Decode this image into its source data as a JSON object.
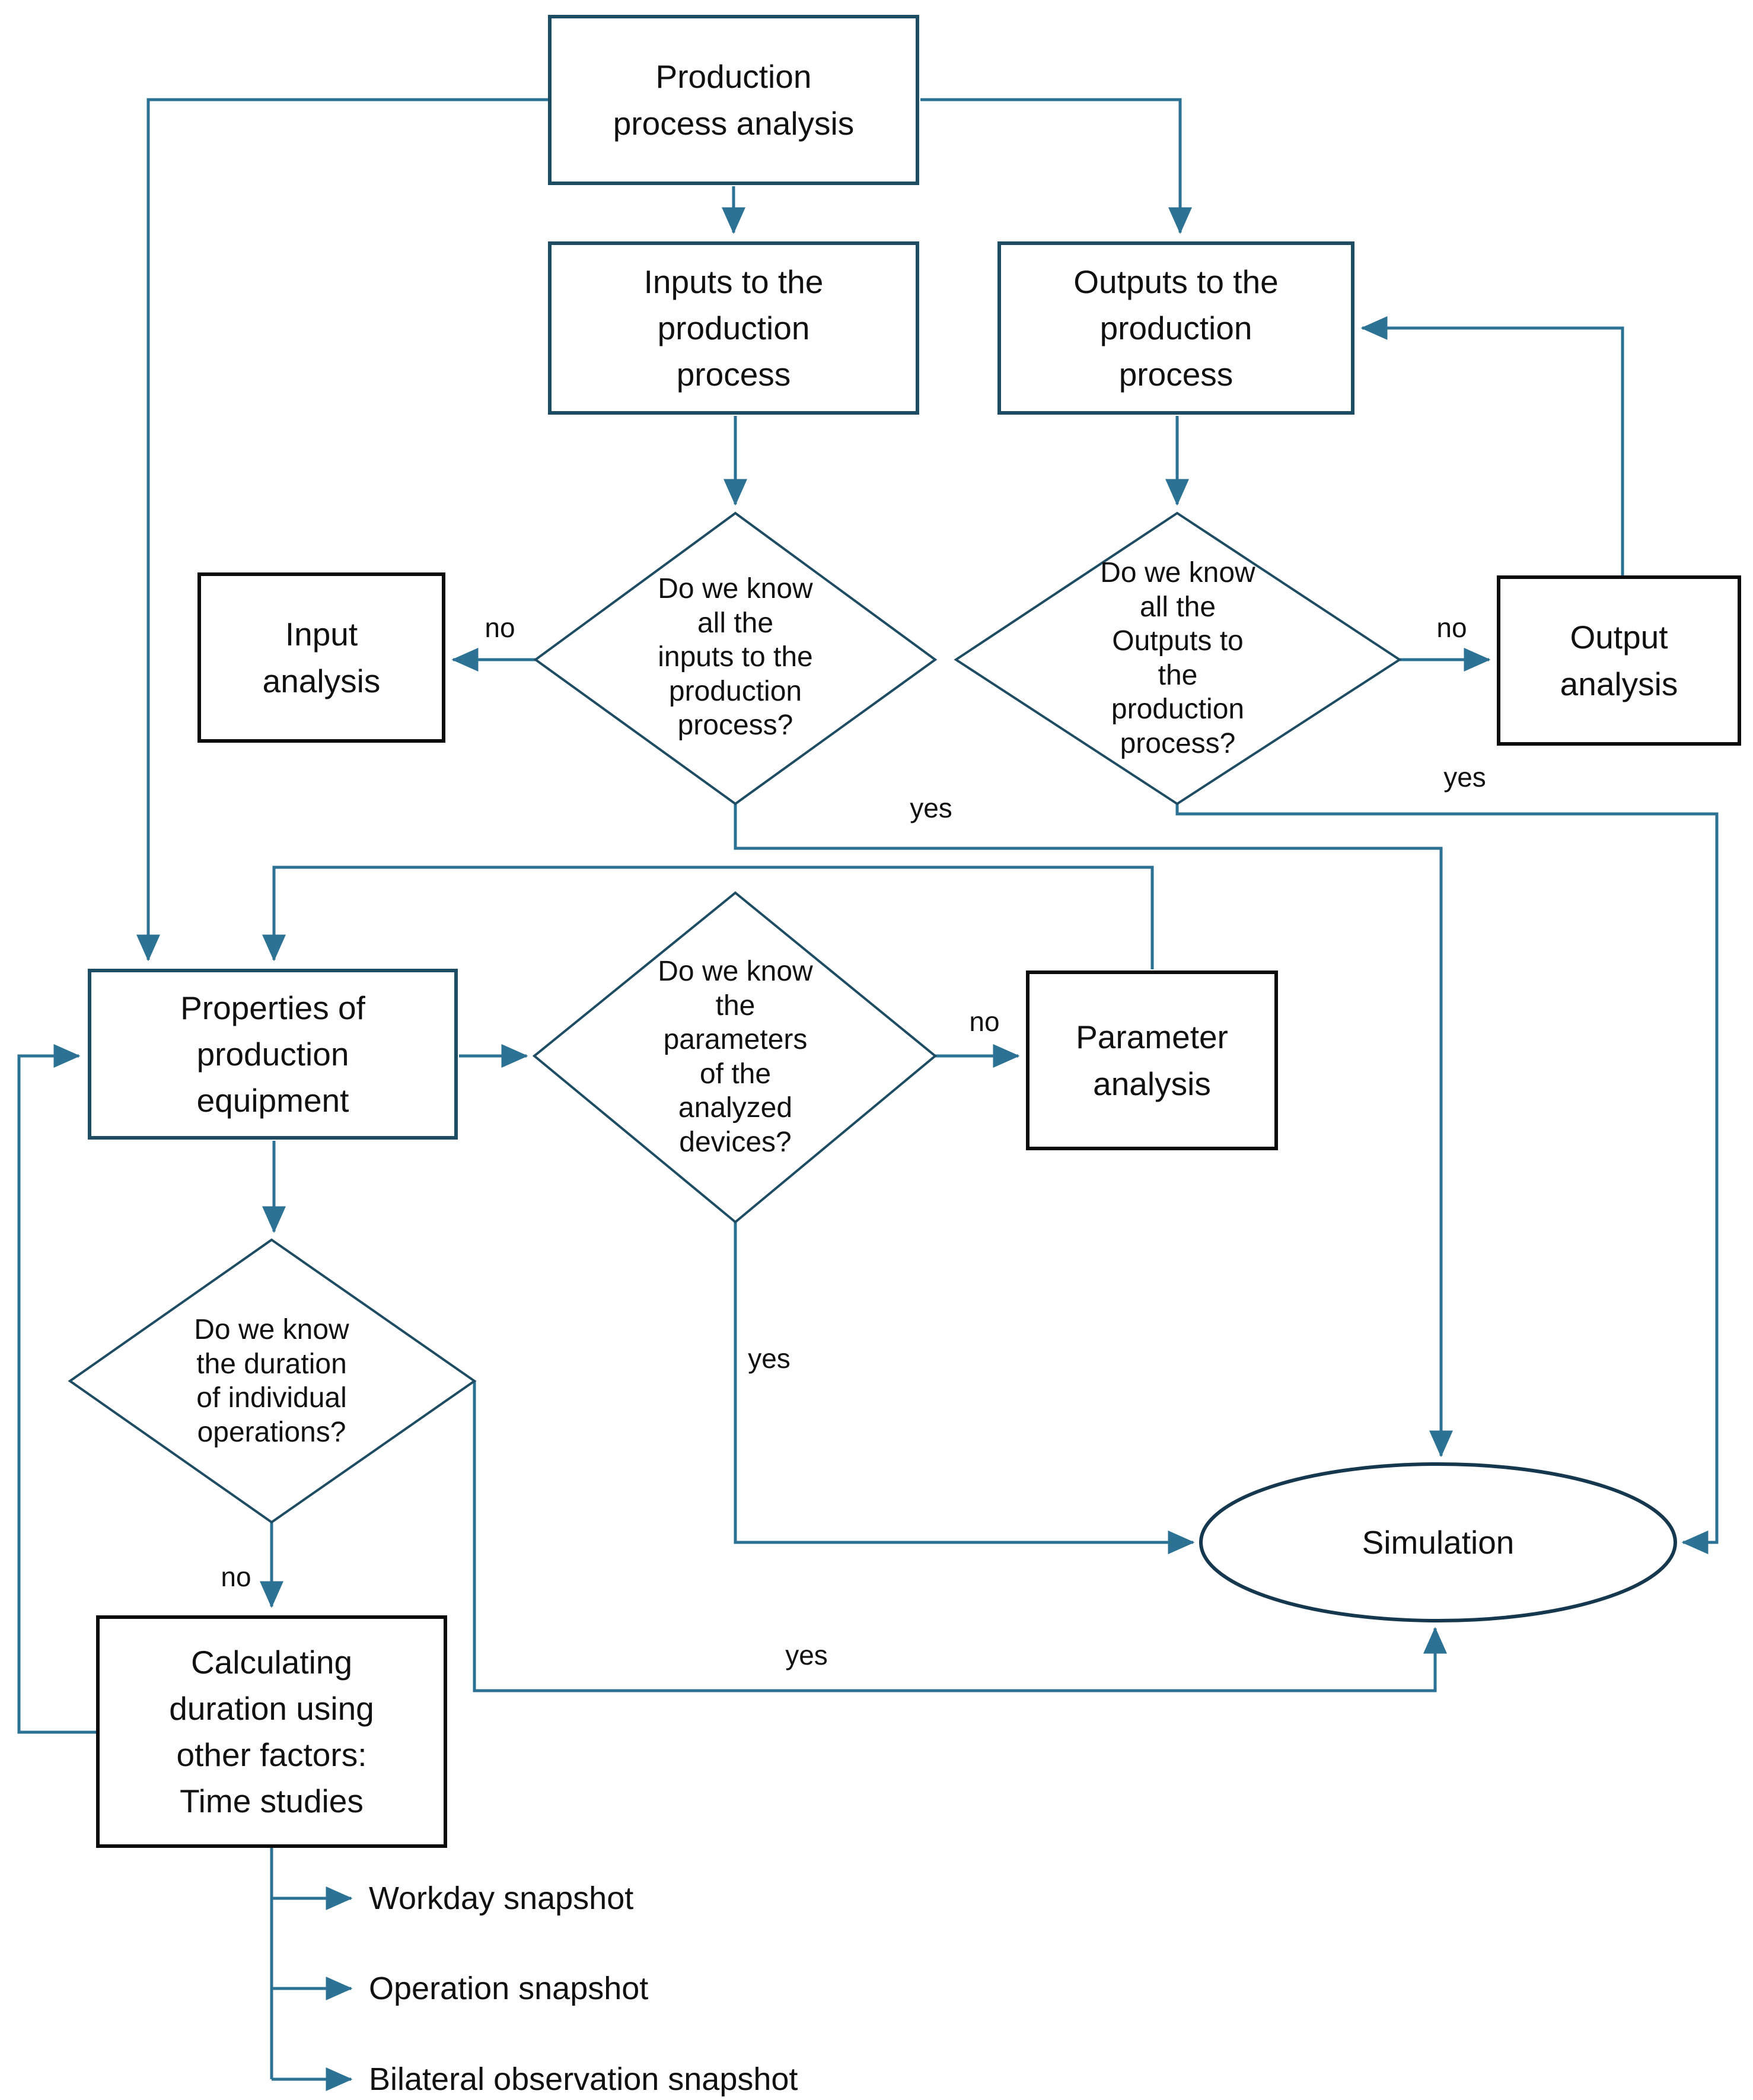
{
  "nodes": {
    "production": {
      "label": "Production\nprocess analysis"
    },
    "inputs": {
      "label": "Inputs to the\nproduction\nprocess"
    },
    "outputs": {
      "label": "Outputs to the\nproduction\nprocess"
    },
    "input_analysis": {
      "label": "Input\nanalysis"
    },
    "output_analysis": {
      "label": "Output\nanalysis"
    },
    "properties": {
      "label": "Properties of\nproduction\nequipment"
    },
    "parameter_analysis": {
      "label": "Parameter\nanalysis"
    },
    "calculating": {
      "label": "Calculating\nduration using\nother factors:\nTime studies"
    },
    "simulation": {
      "label": "Simulation"
    }
  },
  "decisions": {
    "inputs_known": {
      "label": "Do we know\nall the\ninputs to the\nproduction\nprocess?"
    },
    "outputs_known": {
      "label": "Do we know\nall the\nOutputs to\nthe\nproduction\nprocess?"
    },
    "parameters_known": {
      "label": "Do we know\nthe\nparameters\nof the\nanalyzed\ndevices?"
    },
    "duration_known": {
      "label": "Do we know\nthe duration\nof individual\noperations?"
    }
  },
  "edge_labels": {
    "inputs_no": "no",
    "inputs_yes": "yes",
    "outputs_no": "no",
    "outputs_yes": "yes",
    "parameters_no": "no",
    "parameters_yes": "yes",
    "duration_no": "no",
    "duration_yes": "yes"
  },
  "snapshots": {
    "items": [
      "Workday snapshot",
      "Operation snapshot",
      "Bilateral observation snapshot"
    ]
  },
  "colors": {
    "connector": "#2C7295",
    "node_border_dark": "#1E4D63",
    "node_border_black": "#0B0B0B",
    "ellipse_border": "#16384E",
    "text": "#111111"
  }
}
